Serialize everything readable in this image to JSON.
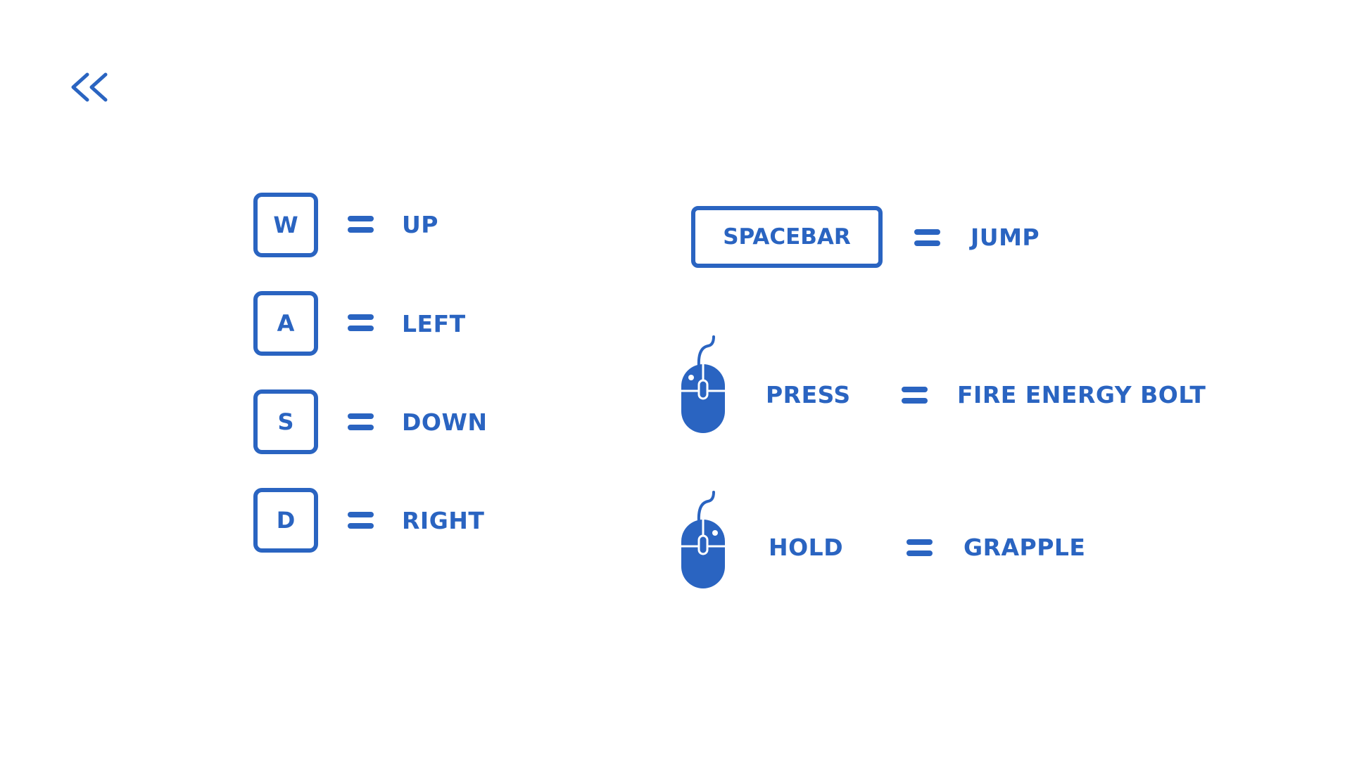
{
  "accent_color": "#2a64c1",
  "nav": {
    "back_icon": "double-chevron-left-icon"
  },
  "movement": [
    {
      "key": "W",
      "action": "UP"
    },
    {
      "key": "A",
      "action": "LEFT"
    },
    {
      "key": "S",
      "action": "DOWN"
    },
    {
      "key": "D",
      "action": "RIGHT"
    }
  ],
  "jump": {
    "key": "SPACEBAR",
    "action": "JUMP"
  },
  "mouse_controls": [
    {
      "icon": "mouse-icon",
      "input": "PRESS",
      "action": "FIRE ENERGY BOLT"
    },
    {
      "icon": "mouse-icon",
      "input": "HOLD",
      "action": "GRAPPLE"
    }
  ]
}
